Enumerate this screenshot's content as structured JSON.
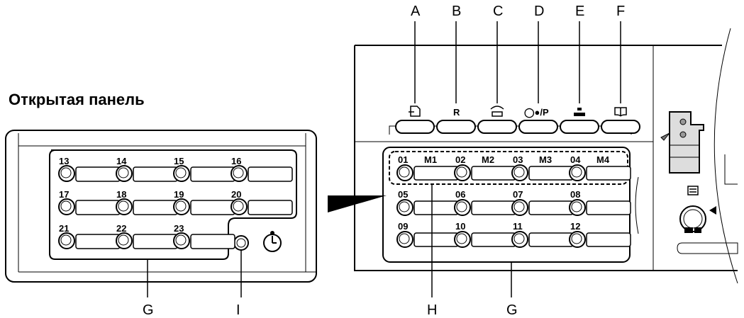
{
  "title": "Открытая панель",
  "top_labels": [
    "A",
    "B",
    "C",
    "D",
    "E",
    "F"
  ],
  "function_key_glyphs": {
    "b": "R",
    "d": "◯●/P"
  },
  "bottom_labels": {
    "left_g": "G",
    "i": "I",
    "h": "H",
    "right_g": "G"
  },
  "open_panel": {
    "rows": [
      [
        "13",
        "14",
        "15",
        "16"
      ],
      [
        "17",
        "18",
        "19",
        "20"
      ],
      [
        "21",
        "22",
        "23"
      ]
    ]
  },
  "main_panel": {
    "rows": [
      [
        "01",
        "M1",
        "02",
        "M2",
        "03",
        "M3",
        "04",
        "M4"
      ],
      [
        "05",
        "",
        "06",
        "",
        "07",
        "",
        "08",
        ""
      ],
      [
        "09",
        "",
        "10",
        "",
        "11",
        "",
        "12",
        ""
      ]
    ]
  },
  "icons": [
    "document-icon",
    "phone-icon",
    "keypad-icon",
    "book-icon",
    "timer-icon",
    "machine-icon",
    "start-icon",
    "status-icon",
    "arrow-icon"
  ]
}
